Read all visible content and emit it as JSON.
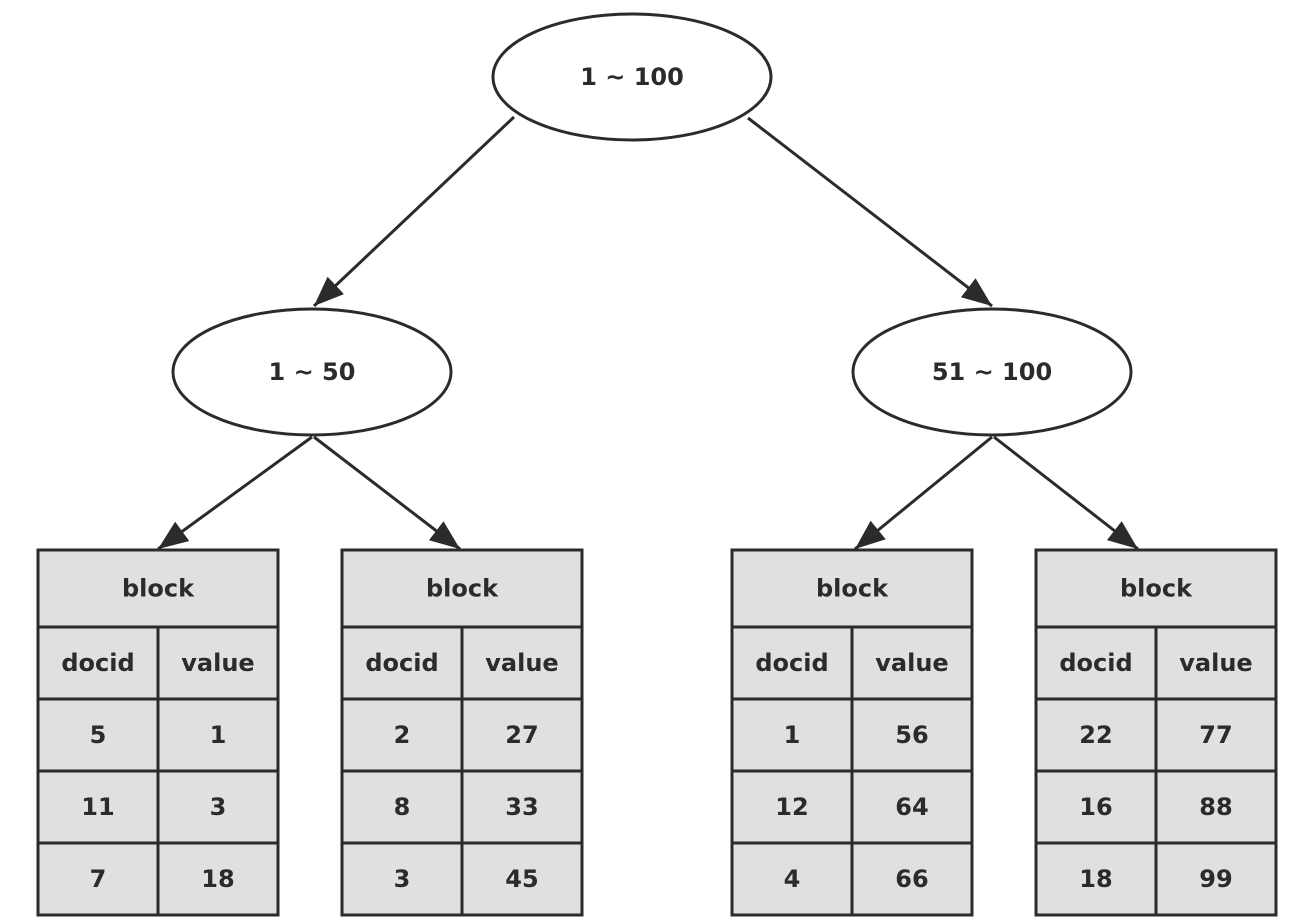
{
  "tree": {
    "root": {
      "label": "1 ~ 100"
    },
    "children": [
      {
        "label": "1 ~ 50"
      },
      {
        "label": "51 ~ 100"
      }
    ]
  },
  "blocks": [
    {
      "title": "block",
      "columns": [
        "docid",
        "value"
      ],
      "rows": [
        [
          "5",
          "1"
        ],
        [
          "11",
          "3"
        ],
        [
          "7",
          "18"
        ]
      ]
    },
    {
      "title": "block",
      "columns": [
        "docid",
        "value"
      ],
      "rows": [
        [
          "2",
          "27"
        ],
        [
          "8",
          "33"
        ],
        [
          "3",
          "45"
        ]
      ]
    },
    {
      "title": "block",
      "columns": [
        "docid",
        "value"
      ],
      "rows": [
        [
          "1",
          "56"
        ],
        [
          "12",
          "64"
        ],
        [
          "4",
          "66"
        ]
      ]
    },
    {
      "title": "block",
      "columns": [
        "docid",
        "value"
      ],
      "rows": [
        [
          "22",
          "77"
        ],
        [
          "16",
          "88"
        ],
        [
          "18",
          "99"
        ]
      ]
    }
  ],
  "colors": {
    "stroke": "#2b2b2b",
    "table_fill": "#e0e0e0",
    "node_fill": "#ffffff"
  }
}
